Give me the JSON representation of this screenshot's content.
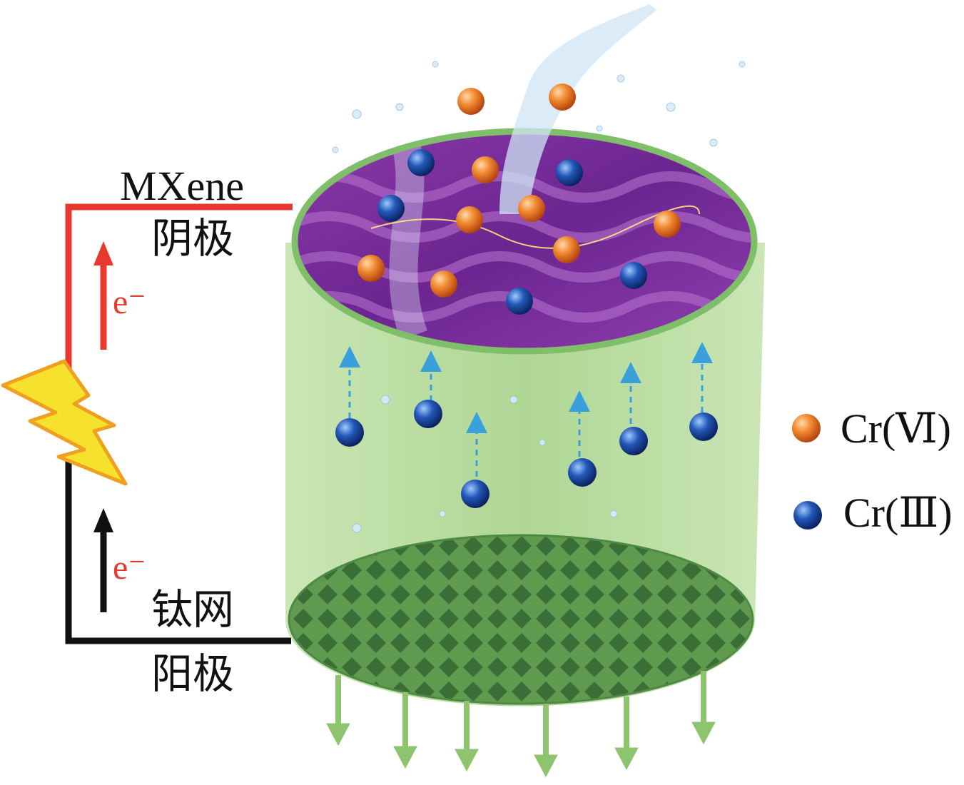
{
  "labels": {
    "cathode_material": "MXene",
    "cathode": "阴极",
    "anode_material": "钛网",
    "anode": "阳极",
    "electron_top": "e⁻",
    "electron_bottom": "e⁻"
  },
  "legend": {
    "cr6": "Cr(Ⅵ)",
    "cr3": "Cr(Ⅲ)"
  },
  "colors": {
    "cathode_wire": "#e8392f",
    "anode_wire": "#111111",
    "cylinder": "#a9d48c",
    "membrane": "#7a2a9a",
    "mesh": "#3f7a3a",
    "cr6_ion": "#e8782a",
    "cr3_ion": "#1f4fa8",
    "migration_arrow": "#3aa0dc",
    "outflow_arrow": "#8ec46e",
    "bolt": "#f5e12a"
  },
  "icons": {
    "power": "lightning-bolt-icon",
    "cr6_ion": "orange-sphere-icon",
    "cr3_ion": "blue-sphere-icon"
  }
}
